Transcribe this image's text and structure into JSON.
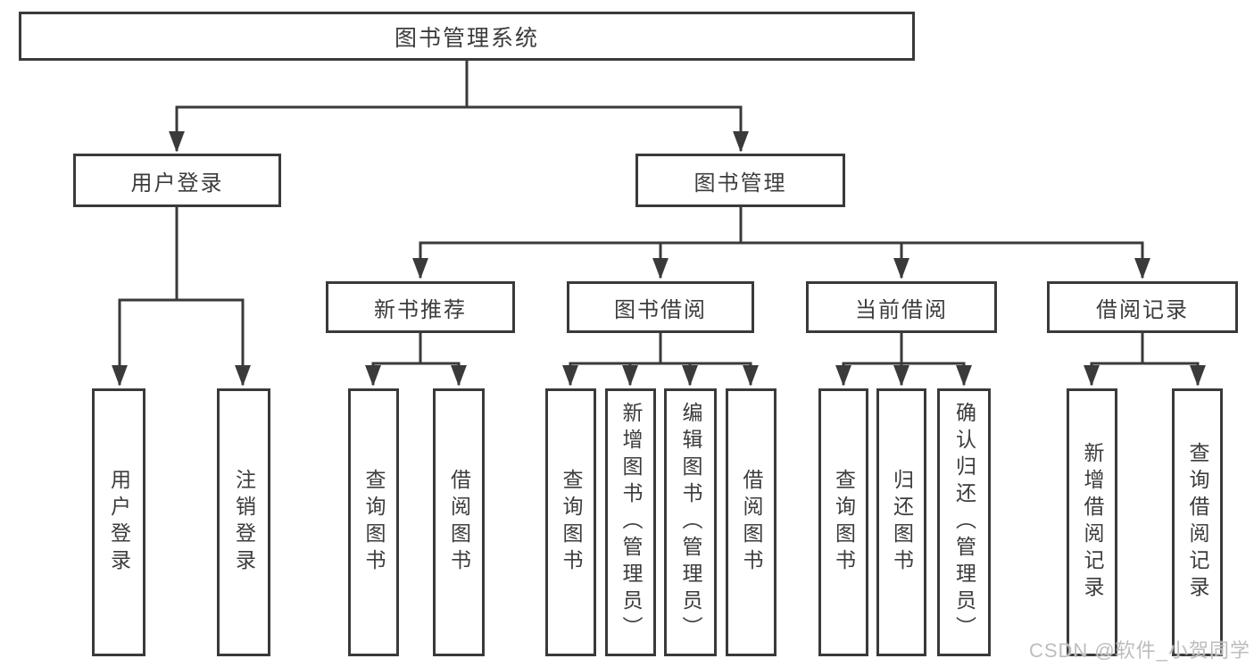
{
  "diagram": {
    "tree": {
      "root": {
        "label": "图书管理系统"
      },
      "children": [
        {
          "label": "用户登录",
          "children": [
            {
              "label": "用户登录"
            },
            {
              "label": "注销登录"
            }
          ]
        },
        {
          "label": "图书管理",
          "children": [
            {
              "label": "新书推荐",
              "children": [
                {
                  "label": "查询图书"
                },
                {
                  "label": "借阅图书"
                }
              ]
            },
            {
              "label": "图书借阅",
              "children": [
                {
                  "label": "查询图书"
                },
                {
                  "label": "新增图书（管理员）"
                },
                {
                  "label": "编辑图书（管理员）"
                },
                {
                  "label": "借阅图书"
                }
              ]
            },
            {
              "label": "当前借阅",
              "children": [
                {
                  "label": "查询图书"
                },
                {
                  "label": "归还图书"
                },
                {
                  "label": "确认归还（管理员）"
                }
              ]
            },
            {
              "label": "借阅记录",
              "children": [
                {
                  "label": "新增借阅记录"
                },
                {
                  "label": "查询借阅记录"
                }
              ]
            }
          ]
        }
      ]
    }
  },
  "watermark": {
    "text": "CSDN @软件_小贺同学"
  },
  "colors": {
    "line": "#3a3a3a",
    "text": "#3c3c3c",
    "background": "#ffffff",
    "watermark": "#bdbdbd"
  }
}
